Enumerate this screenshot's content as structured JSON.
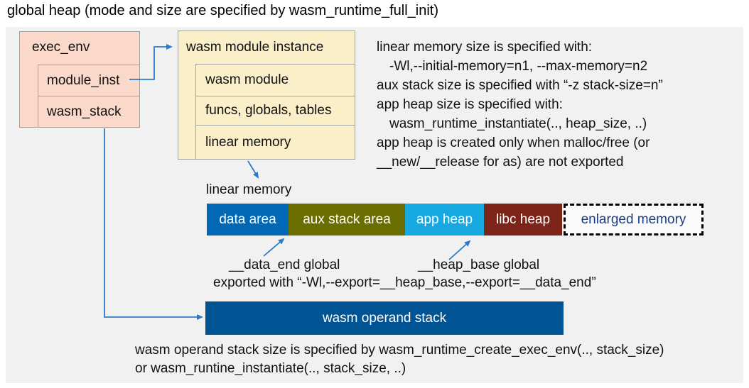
{
  "title": "global heap (mode and size are specified by wasm_runtime_full_init)",
  "exec_env": {
    "header": "exec_env",
    "rows": [
      {
        "label": "module_inst"
      },
      {
        "label": "wasm_stack"
      }
    ]
  },
  "module_instance": {
    "header": "wasm module instance",
    "rows": [
      {
        "label": "wasm module"
      },
      {
        "label": "funcs, globals, tables"
      },
      {
        "label": "linear memory"
      }
    ]
  },
  "notes_right": {
    "lines": [
      "linear memory size is specified with:",
      "-Wl,--initial-memory=n1, --max-memory=n2",
      "aux stack size is specified with “-z stack-size=n”",
      "app heap size is specified with:",
      "wasm_runtime_instantiate(.., heap_size, ..)",
      "app heap is created only when malloc/free (or",
      "__new/__release for as) are not exported"
    ]
  },
  "linear_memory": {
    "label": "linear memory",
    "segments": [
      {
        "label": "data area",
        "color": "#0068B5"
      },
      {
        "label": "aux stack area",
        "color": "#6A6D00"
      },
      {
        "label": "app heap",
        "color": "#16A9E1"
      },
      {
        "label": "libc heap",
        "color": "#7C2418"
      },
      {
        "label": "enlarged memory",
        "color": "#FBFBFB",
        "text_color": "#1B3C87",
        "border_style": "dashed"
      }
    ]
  },
  "annotations": {
    "data_end": "__data_end global",
    "heap_base": "__heap_base global",
    "exported": "exported with “-Wl,--export=__heap_base,--export=__data_end”"
  },
  "operand_stack": {
    "label": "wasm operand stack",
    "note_line1": "wasm operand stack size is specified by wasm_runtime_create_exec_env(.., stack_size)",
    "note_line2": "or wasm_runtine_instantiate(.., stack_size, ..)"
  },
  "colors": {
    "panel_background": "#F1F1F1",
    "exec_env_fill": "#FAD9CB",
    "module_instance_fill": "#FBEFC9",
    "operand_stack_fill": "#005494",
    "arrow_blue": "#2B7BC8",
    "box_border_gray": "#A3A3A3"
  }
}
